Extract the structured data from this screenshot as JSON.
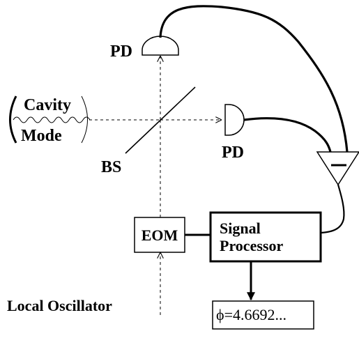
{
  "labels": {
    "pd_top": "PD",
    "pd_right": "PD",
    "cavity_line1": "Cavity",
    "cavity_line2": "Mode",
    "beam_splitter": "BS",
    "eom": "EOM",
    "signal_processor_line1": "Signal",
    "signal_processor_line2": "Processor",
    "local_oscillator": "Local Oscillator",
    "amplifier_sign": "−",
    "readout": "ϕ=4.6692..."
  },
  "colors": {
    "ink": "#000000",
    "background": "#ffffff"
  }
}
